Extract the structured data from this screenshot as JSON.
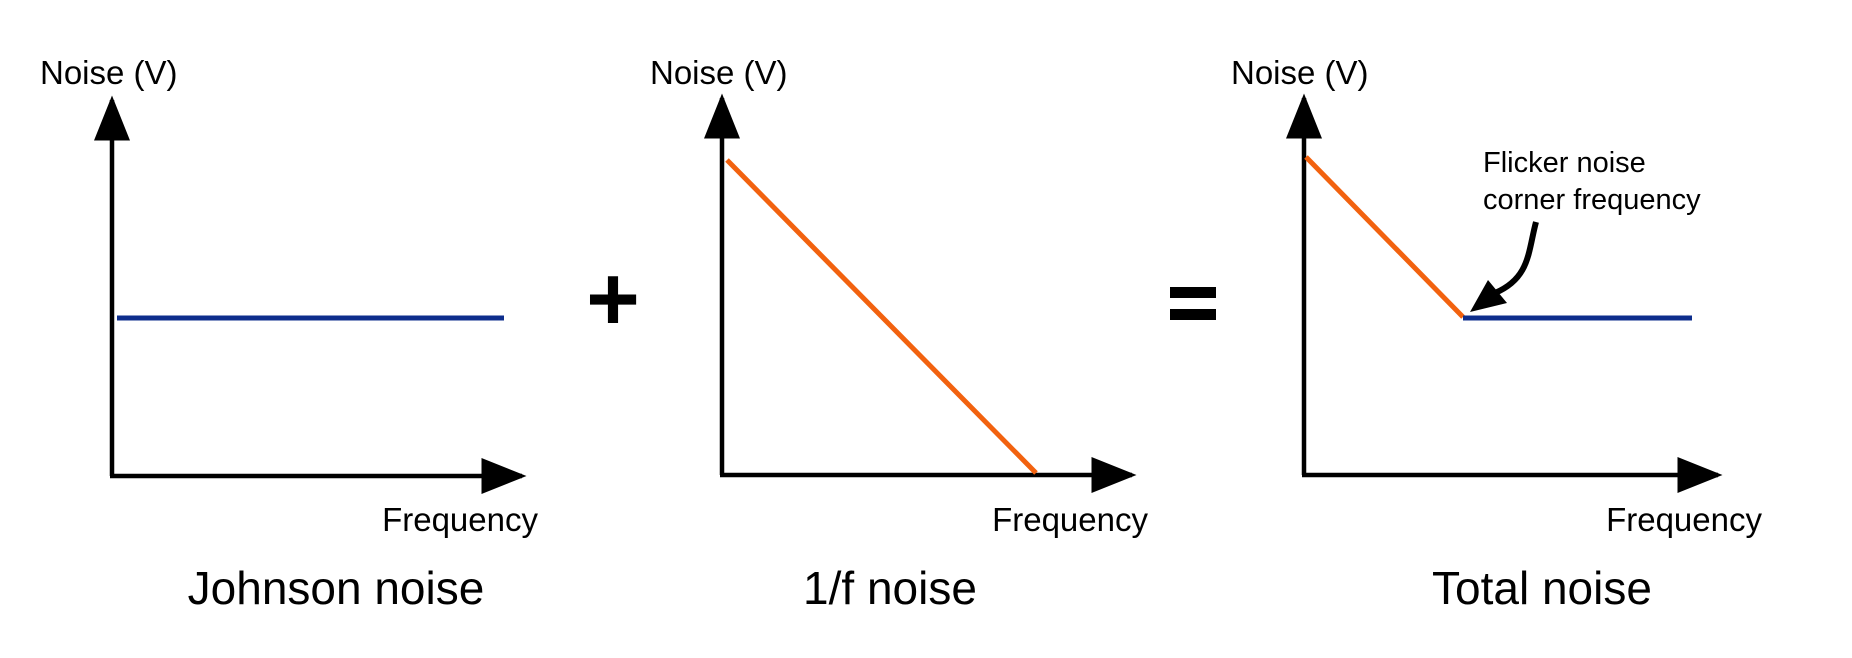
{
  "colors": {
    "axis": "#000000",
    "johnson_line": "#0d2d8c",
    "flicker_line": "#f2620f",
    "background": "#ffffff"
  },
  "panels": [
    {
      "y_axis_label": "Noise (V)",
      "x_axis_label": "Frequency",
      "caption": "Johnson noise"
    },
    {
      "y_axis_label": "Noise (V)",
      "x_axis_label": "Frequency",
      "caption": "1/f noise"
    },
    {
      "y_axis_label": "Noise (V)",
      "x_axis_label": "Frequency",
      "caption": "Total noise",
      "annotation": {
        "line1": "Flicker noise",
        "line2": "corner frequency"
      }
    }
  ],
  "operators": {
    "plus": "+",
    "equals": "="
  }
}
